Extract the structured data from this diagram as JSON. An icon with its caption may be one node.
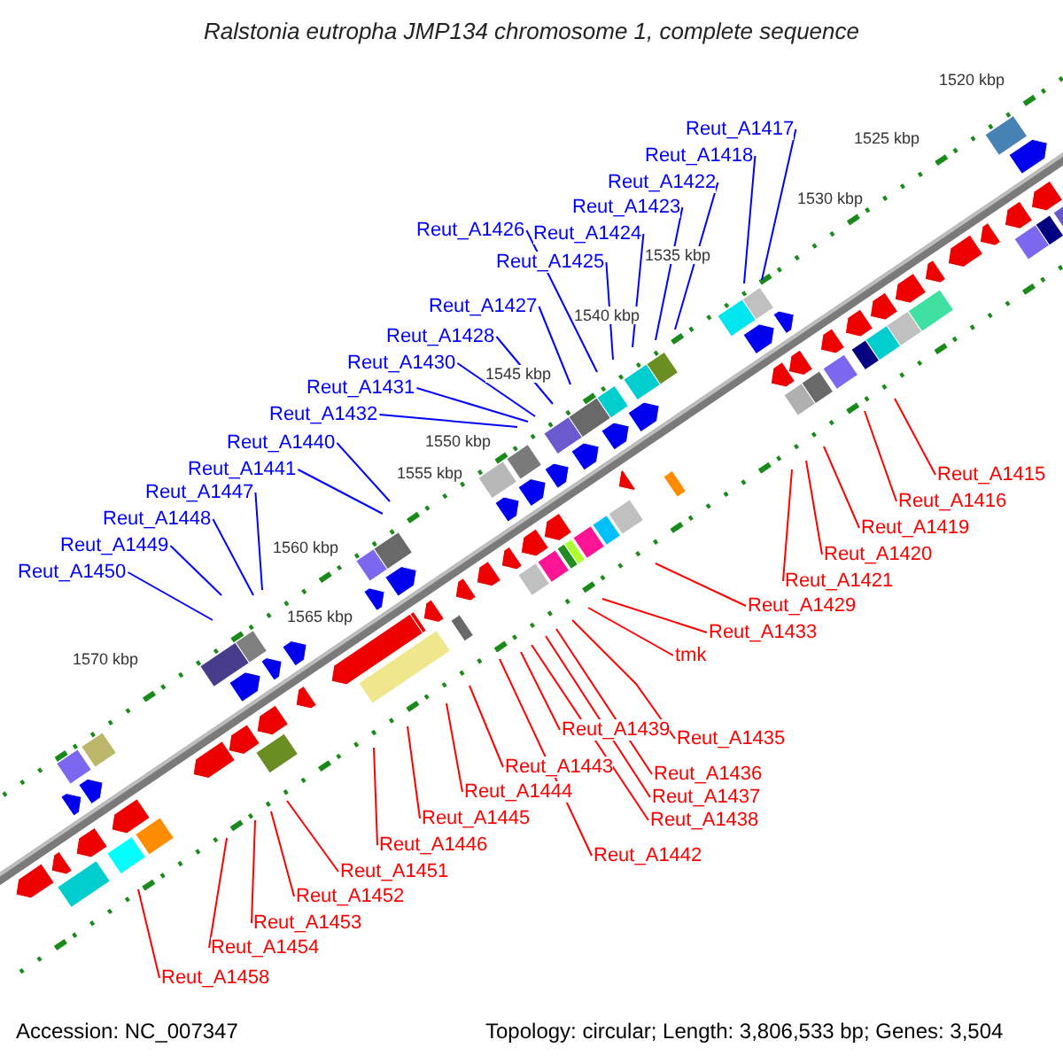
{
  "diagram": {
    "title": "Ralstonia eutropha JMP134 chromosome 1, complete sequence",
    "nodes": [
      {
        "text": [
          "Reut_A1417"
        ]
      },
      {
        "text": [
          "Reut_A1418"
        ]
      },
      {
        "text": [
          "Reut_A1422"
        ]
      },
      {
        "text": [
          "Reut_A1423"
        ]
      },
      {
        "text": [
          "Reut_A1426"
        ]
      },
      {
        "text": [
          "Reut_A1424"
        ]
      },
      {
        "text": [
          "Reut_A1425"
        ]
      },
      {
        "text": [
          "Reut_A1427"
        ]
      },
      {
        "text": [
          "Reut_A1428"
        ]
      },
      {
        "text": [
          "Reut_A1430"
        ]
      },
      {
        "text": [
          "Reut_A1431"
        ]
      },
      {
        "text": [
          "Reut_A1432"
        ]
      },
      {
        "text": [
          "Reut_A1440"
        ]
      },
      {
        "text": [
          "Reut_A1441"
        ]
      },
      {
        "text": [
          "Reut_A1447"
        ]
      },
      {
        "text": [
          "Reut_A1448"
        ]
      },
      {
        "text": [
          "Reut_A1449"
        ]
      },
      {
        "text": [
          "Reut_A1450"
        ]
      },
      {
        "text": [
          "Reut_A1415"
        ]
      },
      {
        "text": [
          "Reut_A1416"
        ]
      },
      {
        "text": [
          "Reut_A1419"
        ]
      },
      {
        "text": [
          "Reut_A1420"
        ]
      },
      {
        "text": [
          "Reut_A1421"
        ]
      },
      {
        "text": [
          "Reut_A1429"
        ]
      },
      {
        "text": [
          "Reut_A1433"
        ]
      },
      {
        "text": [
          "tmk"
        ]
      },
      {
        "text": [
          "Reut_A1439"
        ]
      },
      {
        "text": [
          "Reut_A1435"
        ]
      },
      {
        "text": [
          "Reut_A1443"
        ]
      },
      {
        "text": [
          "Reut_A1436"
        ]
      },
      {
        "text": [
          "Reut_A1444"
        ]
      },
      {
        "text": [
          "Reut_A1437"
        ]
      },
      {
        "text": [
          "Reut_A1445"
        ]
      },
      {
        "text": [
          "Reut_A1438"
        ]
      },
      {
        "text": [
          "Reut_A1446"
        ]
      },
      {
        "text": [
          "Reut_A1442"
        ]
      },
      {
        "text": [
          "Reut_A1451"
        ]
      },
      {
        "text": [
          "Reut_A1452"
        ]
      },
      {
        "text": [
          "Reut_A1453"
        ]
      },
      {
        "text": [
          "Reut_A1454"
        ]
      },
      {
        "text": [
          "Reut_A1458"
        ]
      }
    ],
    "edges": [
      {
        "from": 0,
        "to": null,
        "arrow": "none",
        "color": "#0000ff"
      },
      {
        "from": 1,
        "to": null,
        "arrow": "none",
        "color": "#0000ff"
      },
      {
        "from": 2,
        "to": null,
        "arrow": "none",
        "color": "#0000ff"
      },
      {
        "from": 3,
        "to": null,
        "arrow": "none",
        "color": "#0000ff"
      },
      {
        "from": 4,
        "to": null,
        "arrow": "none",
        "color": "#0000ff"
      },
      {
        "from": 5,
        "to": null,
        "arrow": "none",
        "color": "#0000ff"
      },
      {
        "from": 6,
        "to": null,
        "arrow": "none",
        "color": "#0000ff"
      },
      {
        "from": 7,
        "to": null,
        "arrow": "none",
        "color": "#0000ff"
      },
      {
        "from": 8,
        "to": null,
        "arrow": "none",
        "color": "#0000ff"
      },
      {
        "from": 9,
        "to": null,
        "arrow": "none",
        "color": "#0000ff"
      },
      {
        "from": 10,
        "to": null,
        "arrow": "none",
        "color": "#0000ff"
      },
      {
        "from": 11,
        "to": null,
        "arrow": "none",
        "color": "#0000ff"
      },
      {
        "from": 12,
        "to": null,
        "arrow": "none",
        "color": "#0000ff"
      },
      {
        "from": 13,
        "to": null,
        "arrow": "none",
        "color": "#0000ff"
      },
      {
        "from": 14,
        "to": null,
        "arrow": "none",
        "color": "#0000ff"
      },
      {
        "from": 15,
        "to": null,
        "arrow": "none",
        "color": "#0000ff"
      },
      {
        "from": 16,
        "to": null,
        "arrow": "none",
        "color": "#0000ff"
      },
      {
        "from": 17,
        "to": null,
        "arrow": "none",
        "color": "#0000ff"
      },
      {
        "from": 18,
        "to": null,
        "arrow": "none"
      },
      {
        "from": 19,
        "to": null,
        "arrow": "none"
      },
      {
        "from": 20,
        "to": null,
        "arrow": "none"
      },
      {
        "from": 21,
        "to": null,
        "arrow": "none"
      },
      {
        "from": 22,
        "to": null,
        "arrow": "none"
      },
      {
        "from": 23,
        "to": null,
        "arrow": "none"
      },
      {
        "from": 24,
        "to": null,
        "arrow": "none"
      },
      {
        "from": 25,
        "to": null,
        "arrow": "none"
      },
      {
        "from": 26,
        "to": null,
        "arrow": "none"
      },
      {
        "from": 27,
        "to": null,
        "arrow": "none"
      },
      {
        "from": 28,
        "to": null,
        "arrow": "none"
      },
      {
        "from": 29,
        "to": null,
        "arrow": "none"
      },
      {
        "from": 30,
        "to": null,
        "arrow": "none"
      },
      {
        "from": 31,
        "to": null,
        "arrow": "none"
      },
      {
        "from": 32,
        "to": null,
        "arrow": "none"
      },
      {
        "from": 33,
        "to": null,
        "arrow": "none"
      },
      {
        "from": 34,
        "to": null,
        "arrow": "none"
      },
      {
        "from": 35,
        "to": null,
        "arrow": "none"
      },
      {
        "from": 36,
        "to": null,
        "arrow": "none"
      },
      {
        "from": 37,
        "to": null,
        "arrow": "none"
      },
      {
        "from": 38,
        "to": null,
        "arrow": "none"
      },
      {
        "from": 39,
        "to": null,
        "arrow": "none"
      },
      {
        "from": 40,
        "to": null,
        "arrow": "none"
      }
    ],
    "labels": [
      "1520 kbp",
      "1525 kbp",
      "1530 kbp",
      "1535 kbp",
      "1540 kbp",
      "1545 kbp",
      "1550 kbp",
      "1555 kbp",
      "1560 kbp",
      "1565 kbp",
      "1570 kbp",
      "Accession: NC_007347",
      "Topology: circular; Length: 3,806,533 bp; Genes: 3,504"
    ]
  }
}
